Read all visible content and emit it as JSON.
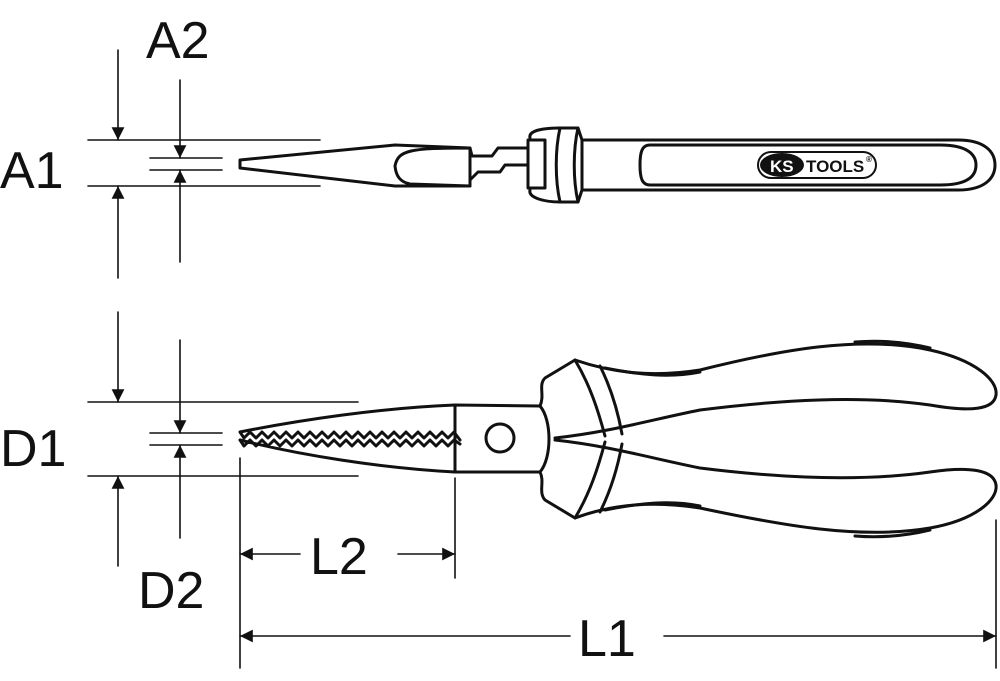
{
  "labels": {
    "a1": "A1",
    "a2": "A2",
    "d1": "D1",
    "d2": "D2",
    "l1": "L1",
    "l2": "L2"
  },
  "logo": {
    "brand_prefix": "KS",
    "brand_suffix": "TOOLS",
    "registered": "®"
  },
  "colors": {
    "line": "#111111",
    "background": "#ffffff"
  }
}
